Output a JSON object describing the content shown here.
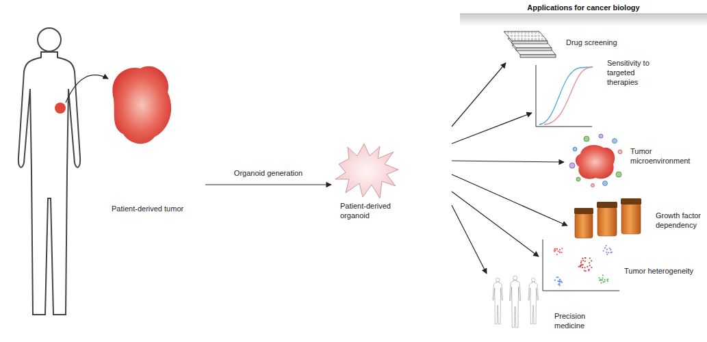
{
  "diagram": {
    "title": "Applications for cancer biology",
    "nodes": [
      {
        "text": [
          "Patient-derived tumor"
        ]
      },
      {
        "text": [
          "Patient-derived organoid"
        ]
      },
      {
        "text": [
          "Drug screening"
        ]
      },
      {
        "text": [
          "Sensitivity to targeted therapies"
        ]
      },
      {
        "text": [
          "Tumor microenvironment"
        ]
      },
      {
        "text": [
          "Growth factor dependency"
        ]
      },
      {
        "text": [
          "Tumor heterogeneity"
        ]
      },
      {
        "text": [
          "Precision medicine"
        ]
      }
    ],
    "edges": [
      {
        "from": 0,
        "to": 1,
        "arrow": "to",
        "label": "Organoid generation"
      },
      {
        "from": 1,
        "to": 2,
        "arrow": "to"
      },
      {
        "from": 1,
        "to": 3,
        "arrow": "to"
      },
      {
        "from": 1,
        "to": 4,
        "arrow": "to"
      },
      {
        "from": 1,
        "to": 5,
        "arrow": "to"
      },
      {
        "from": 1,
        "to": 6,
        "arrow": "to"
      },
      {
        "from": 1,
        "to": 7,
        "arrow": "to"
      }
    ]
  }
}
